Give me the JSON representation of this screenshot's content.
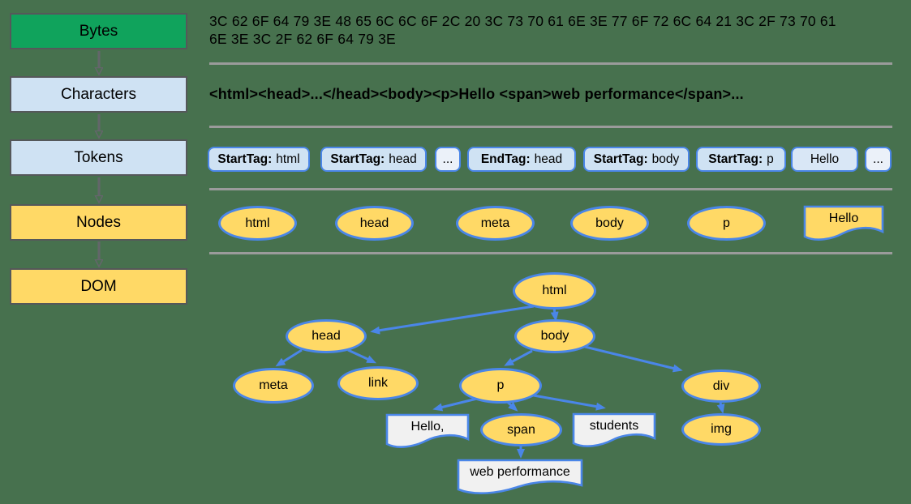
{
  "title": "DOM construction process diagram",
  "colors": {
    "background": "#47714E",
    "bytes_green": "#10A35C",
    "light_blue": "#CFE2F3",
    "yellow": "#FFD966",
    "blue_border": "#4A86E8",
    "divider_gray": "#9B9B9B",
    "doc_white": "#F1F1F1"
  },
  "pipeline": {
    "bytes": "Bytes",
    "characters": "Characters",
    "tokens": "Tokens",
    "nodes": "Nodes",
    "dom": "DOM"
  },
  "bytes_row": {
    "line1": "3C 62 6F 64 79 3E 48 65 6C 6C 6F 2C 20 3C 73 70 61 6E 3E 77 6F 72 6C 64 21 3C 2F 73 70 61",
    "line2": "6E 3E 3C 2F 62 6F 64 79 3E"
  },
  "characters_row": {
    "text": "<html><head>...</head><body><p>Hello <span>web performance</span>..."
  },
  "tokens_row": {
    "items": [
      {
        "prefix": "StartTag:",
        "value": "html"
      },
      {
        "prefix": "StartTag:",
        "value": "head"
      },
      {
        "label": "..."
      },
      {
        "prefix": "EndTag:",
        "value": "head"
      },
      {
        "prefix": "StartTag:",
        "value": "body"
      },
      {
        "prefix": "StartTag:",
        "value": "p"
      },
      {
        "label": "Hello"
      },
      {
        "label": "..."
      }
    ]
  },
  "nodes_row": {
    "items": [
      "html",
      "head",
      "meta",
      "body",
      "p"
    ],
    "text_node": "Hello"
  },
  "dom_tree": {
    "html": "html",
    "head": "head",
    "body": "body",
    "meta": "meta",
    "link": "link",
    "p": "p",
    "div": "div",
    "img": "img",
    "span": "span",
    "hello_text": "Hello,",
    "students_text": "students",
    "webperf_text": "web performance"
  }
}
